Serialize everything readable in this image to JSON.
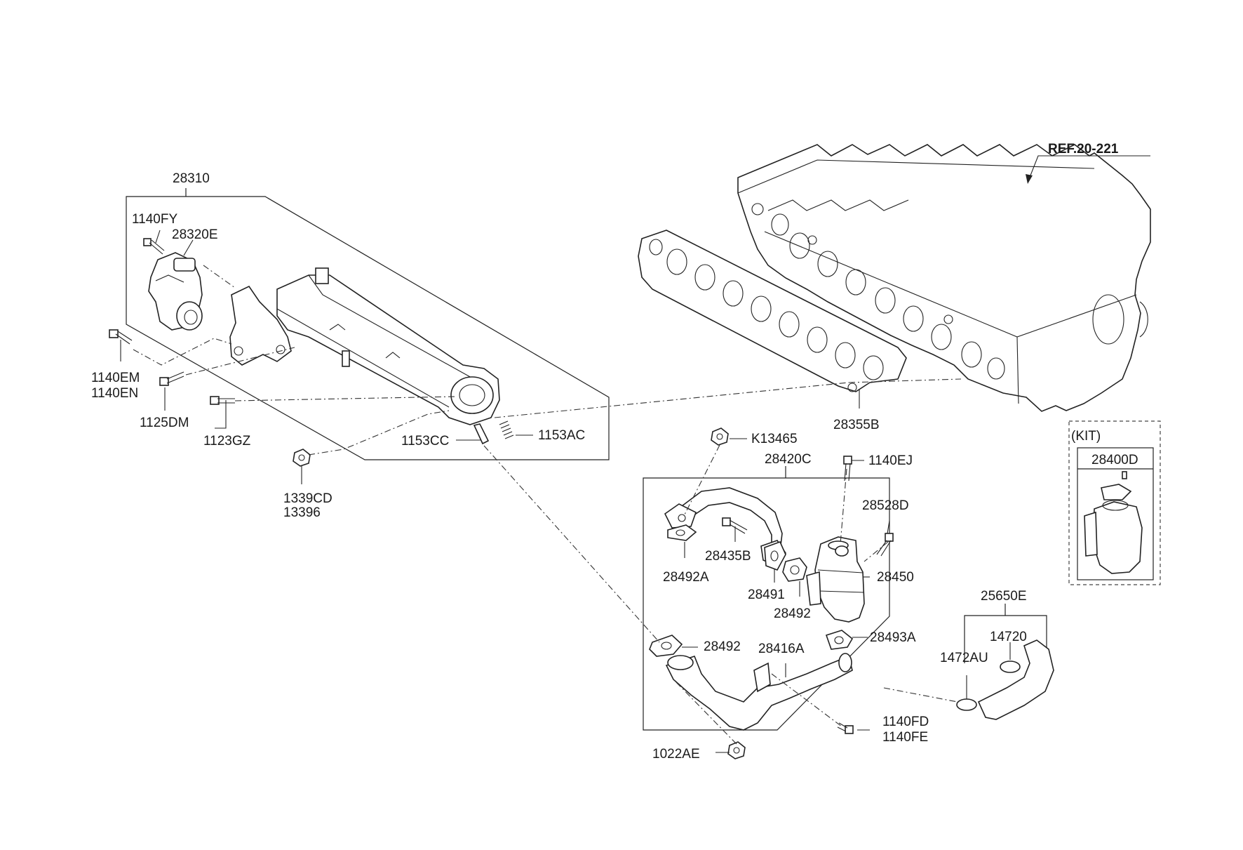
{
  "reference": "REF.20-221",
  "kit": {
    "title": "(KIT)",
    "part": "28400D"
  },
  "labels": {
    "p28310": "28310",
    "p1140FY": "1140FY",
    "p28320E": "28320E",
    "p1140EM": "1140EM",
    "p1140EN": "1140EN",
    "p1125DM": "1125DM",
    "p1123GZ": "1123GZ",
    "p1339CD": "1339CD",
    "p13396": "13396",
    "p1153CC": "1153CC",
    "p1153AC": "1153AC",
    "p28355B": "28355B",
    "pK13465": "K13465",
    "p28420C": "28420C",
    "p1140EJ": "1140EJ",
    "p28528D": "28528D",
    "p28435B": "28435B",
    "p28492A": "28492A",
    "p28491": "28491",
    "p28450": "28450",
    "p28492_upper": "28492",
    "p28492_lower": "28492",
    "p28493A": "28493A",
    "p28416A": "28416A",
    "p1140FD": "1140FD",
    "p1140FE": "1140FE",
    "p1022AE": "1022AE",
    "p25650E": "25650E",
    "p14720": "14720",
    "p1472AU": "1472AU"
  }
}
